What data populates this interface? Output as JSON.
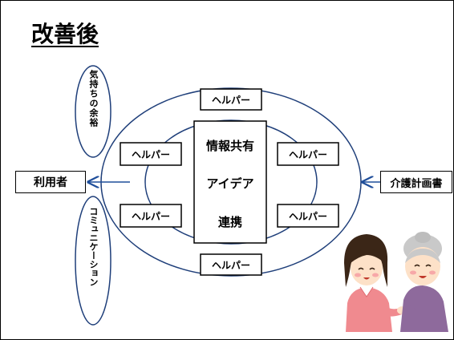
{
  "title": "改善後",
  "center_box": {
    "lines": [
      "情報共有",
      "アイデア",
      "連携"
    ]
  },
  "helper_label": "ヘルパー",
  "left_box": "利用者",
  "right_box": "介護計画書",
  "left_ovals": {
    "top": "気持ちの余裕",
    "bottom": "コミュニケーション"
  },
  "illustration": {
    "icon": "caregiver-and-elderly-woman-illustration"
  }
}
